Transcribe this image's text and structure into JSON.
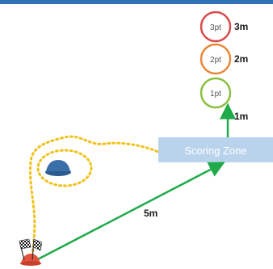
{
  "targets": [
    {
      "points_label": "3pt",
      "distance_label": "3m",
      "ring_color": "#d94a4a"
    },
    {
      "points_label": "2pt",
      "distance_label": "2m",
      "ring_color": "#e8893a"
    },
    {
      "points_label": "1pt",
      "distance_label": "1m",
      "ring_color": "#8bbf3f"
    }
  ],
  "scoring_zone": {
    "label": "Scoring Zone",
    "color": "#b9d3ec"
  },
  "main_path": {
    "distance_label": "5m",
    "color": "#1faa4a"
  },
  "dotted_path_color": "#f1c21b",
  "cone_color": "#3a6ea8",
  "start_cone_color": "#e5533d",
  "header_bar_color": "#2e72b8"
}
